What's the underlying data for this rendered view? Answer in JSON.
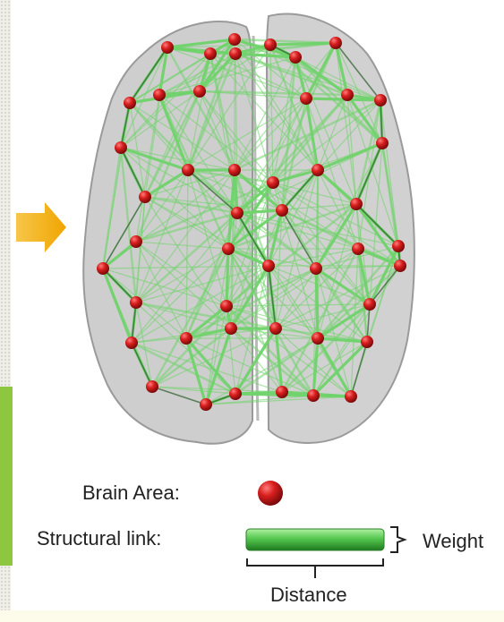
{
  "legend": {
    "brain_area_label": "Brain Area:",
    "structural_link_label": "Structural link:",
    "weight_label": "Weight",
    "distance_label": "Distance"
  },
  "colors": {
    "node": "#cc1b1b",
    "link": "#6fd36a",
    "brain_tissue": "#b8b8b8",
    "arrow": "#f5b21a",
    "accent_bar": "#8dc63f"
  }
}
